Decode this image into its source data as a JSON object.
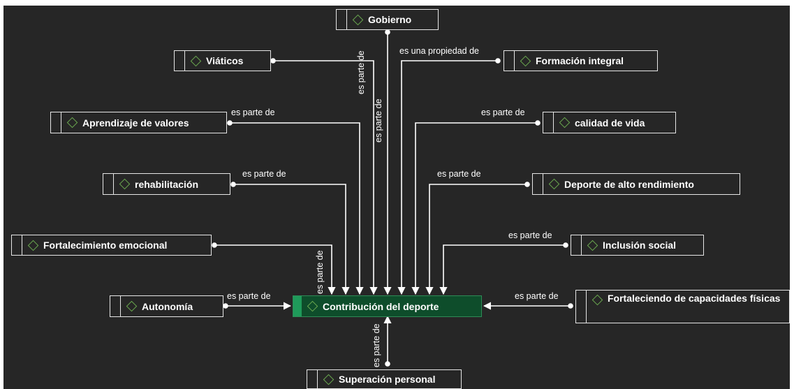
{
  "diagram": {
    "center": {
      "label": "Contribución del deporte"
    },
    "nodes": [
      {
        "id": "gobierno",
        "label": "Gobierno"
      },
      {
        "id": "viaticos",
        "label": "Viáticos"
      },
      {
        "id": "formacion-integral",
        "label": "Formación integral"
      },
      {
        "id": "aprendizaje-valores",
        "label": "Aprendizaje de valores"
      },
      {
        "id": "calidad-vida",
        "label": "calidad de vida"
      },
      {
        "id": "rehabilitacion",
        "label": "rehabilitación"
      },
      {
        "id": "deporte-alto-rendimiento",
        "label": "Deporte de alto rendimiento"
      },
      {
        "id": "fortalecimiento-emocional",
        "label": "Fortalecimiento emocional"
      },
      {
        "id": "inclusion-social",
        "label": "Inclusión social"
      },
      {
        "id": "autonomia",
        "label": "Autonomía"
      },
      {
        "id": "fortaleciendo-capacidades",
        "label": "Fortaleciendo de capacidades físicas"
      },
      {
        "id": "superacion-personal",
        "label": "Superación personal"
      }
    ],
    "relations": [
      {
        "id": "viaticos",
        "label": "es parte de"
      },
      {
        "id": "gobierno",
        "label": "es parte de"
      },
      {
        "id": "formacion-integral",
        "label": "es una propiedad de"
      },
      {
        "id": "aprendizaje-valores",
        "label": "es parte de"
      },
      {
        "id": "calidad-vida",
        "label": "es parte de"
      },
      {
        "id": "rehabilitacion",
        "label": "es parte de"
      },
      {
        "id": "deporte-alto-rendimiento",
        "label": "es parte de"
      },
      {
        "id": "fortalecimiento-emocional",
        "label": "es parte de"
      },
      {
        "id": "inclusion-social",
        "label": "es parte de"
      },
      {
        "id": "autonomia",
        "label": "es parte de"
      },
      {
        "id": "fortaleciendo-capacidades",
        "label": "es parte de"
      },
      {
        "id": "superacion-personal",
        "label": "es parte de"
      }
    ],
    "colors": {
      "background": "#262626",
      "line": "#ffffff",
      "node_border": "#e6e6e6",
      "diamond": "#6aa84f",
      "center_fill": "#0e4d2b",
      "center_accent": "#1f9a5a"
    }
  }
}
